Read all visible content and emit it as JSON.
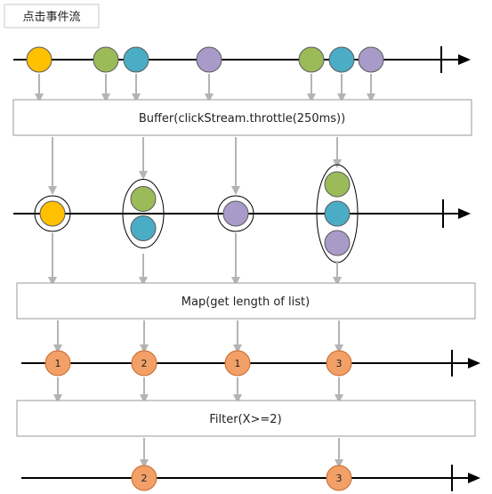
{
  "title": "点击事件流",
  "operators": {
    "buffer": "Buffer(clickStream.throttle(250ms))",
    "map": "Map(get length of list)",
    "filter": "Filter(X>=2)"
  },
  "colors": {
    "yellow": "#ffc000",
    "green": "#9bbb59",
    "blue": "#4bacc6",
    "purple": "#a99bc9",
    "orange": "#f2a068"
  },
  "streams": {
    "clicks": [
      "yellow",
      "green",
      "blue",
      "purple",
      "green",
      "blue",
      "purple"
    ],
    "buffered": [
      [
        "yellow"
      ],
      [
        "green",
        "blue"
      ],
      [
        "purple"
      ],
      [
        "green",
        "blue",
        "purple"
      ]
    ],
    "lengths": [
      "1",
      "2",
      "1",
      "3"
    ],
    "filtered": [
      "2",
      "3"
    ]
  }
}
